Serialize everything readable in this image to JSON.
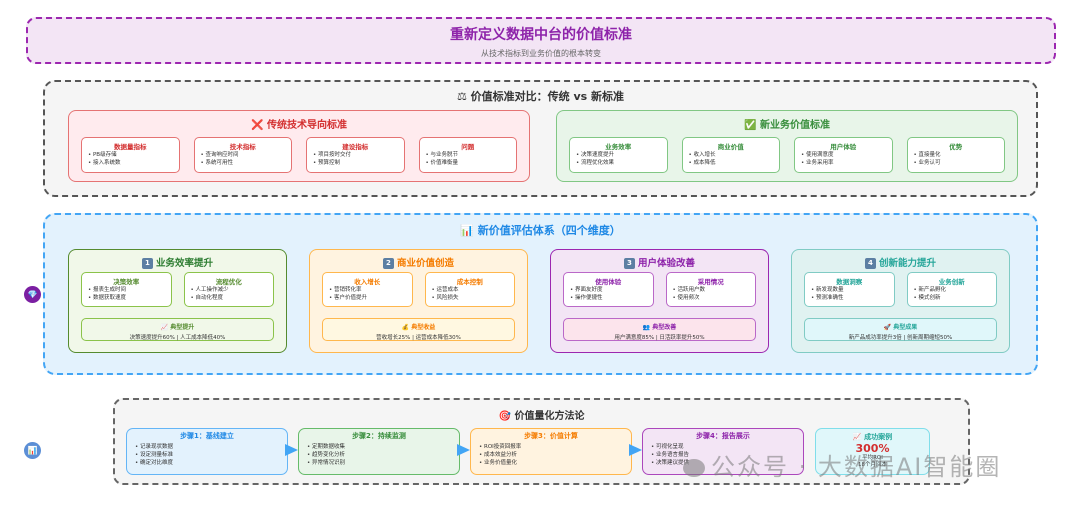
{
  "header": {
    "title": "重新定义数据中台的价值标准",
    "subtitle": "从技术指标到业务价值的根本转变"
  },
  "comparison": {
    "icon": "balance-scale-icon",
    "title": "⚖ 价值标准对比：传统 vs 新标准",
    "traditional": {
      "title": "❌ 传统技术导向标准",
      "items": [
        {
          "title": "数据量指标",
          "bullets": [
            "• PB级存储",
            "• 接入系统数"
          ]
        },
        {
          "title": "技术指标",
          "bullets": [
            "• 查询响应时间",
            "• 系统可用性"
          ]
        },
        {
          "title": "建设指标",
          "bullets": [
            "• 项目按时交付",
            "• 预算控制"
          ]
        },
        {
          "title": "问题",
          "bullets": [
            "• 与业务脱节",
            "• 价值难衡量"
          ]
        }
      ]
    },
    "modern": {
      "title": "✅ 新业务价值标准",
      "items": [
        {
          "title": "业务效率",
          "bullets": [
            "• 决策速度提升",
            "• 流程优化效果"
          ]
        },
        {
          "title": "商业价值",
          "bullets": [
            "• 收入增长",
            "• 成本降低"
          ]
        },
        {
          "title": "用户体验",
          "bullets": [
            "• 使用满意度",
            "• 业务采用率"
          ]
        },
        {
          "title": "优势",
          "bullets": [
            "• 直接量化",
            "• 业务认可"
          ]
        }
      ]
    }
  },
  "dimensions": {
    "title": "📊 新价值评估体系（四个维度）",
    "items": [
      {
        "num": "1",
        "title": "业务效率提升",
        "subs": [
          {
            "title": "决策效率",
            "bullets": [
              "• 报表生成时间",
              "• 数据获取速度"
            ]
          },
          {
            "title": "流程优化",
            "bullets": [
              "• 人工操作减少",
              "• 自动化程度"
            ]
          }
        ],
        "result_title": "📈 典型提升",
        "result_text": "决策速度提升60% | 人工成本降低40%"
      },
      {
        "num": "2",
        "title": "商业价值创造",
        "subs": [
          {
            "title": "收入增长",
            "bullets": [
              "• 营销转化率",
              "• 客户价值提升"
            ]
          },
          {
            "title": "成本控制",
            "bullets": [
              "• 运营成本",
              "• 风险损失"
            ]
          }
        ],
        "result_title": "💰 典型收益",
        "result_text": "营收增长25% | 运营成本降低30%"
      },
      {
        "num": "3",
        "title": "用户体验改善",
        "subs": [
          {
            "title": "使用体验",
            "bullets": [
              "• 界面友好度",
              "• 操作便捷性"
            ]
          },
          {
            "title": "采用情况",
            "bullets": [
              "• 活跃用户数",
              "• 使用频次"
            ]
          }
        ],
        "result_title": "👥 典型改善",
        "result_text": "用户满意度85% | 日活跃率提升50%"
      },
      {
        "num": "4",
        "title": "创新能力提升",
        "subs": [
          {
            "title": "数据洞察",
            "bullets": [
              "• 新发现数量",
              "• 预测准确性"
            ]
          },
          {
            "title": "业务创新",
            "bullets": [
              "• 新产品孵化",
              "• 模式创新"
            ]
          }
        ],
        "result_title": "🚀 典型成果",
        "result_text": "新产品成功率提升3倍 | 创新周期缩短50%"
      }
    ]
  },
  "methodology": {
    "title": "🎯 价值量化方法论",
    "steps": [
      {
        "title": "步骤1：基线建立",
        "bullets": [
          "• 记录现状数据",
          "• 设定测量标准",
          "• 确定对比维度"
        ]
      },
      {
        "title": "步骤2：持续监测",
        "bullets": [
          "• 定期数据收集",
          "• 趋势变化分析",
          "• 异常情况识别"
        ]
      },
      {
        "title": "步骤3：价值计算",
        "bullets": [
          "• ROI投资回报率",
          "• 成本效益分析",
          "• 业务价值量化"
        ]
      },
      {
        "title": "步骤4：报告展示",
        "bullets": [
          "• 可视化呈现",
          "• 业务语言报告",
          "• 决策建议提供"
        ]
      }
    ],
    "success": {
      "title": "📈 成功案例",
      "value": "300%",
      "line1": "平均ROI",
      "line2": "18个月回本"
    }
  },
  "side_icons": {
    "gem": "💎",
    "chart": "📊"
  },
  "watermark": "公众号 · 大数据AI智能圈"
}
